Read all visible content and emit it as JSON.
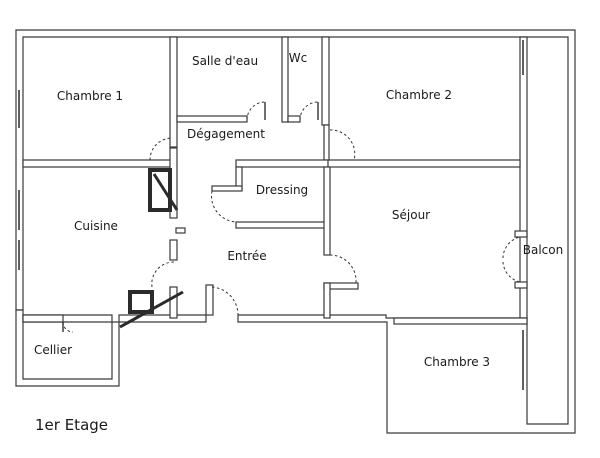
{
  "floor_label": "1er Etage",
  "rooms": {
    "chambre1": "Chambre 1",
    "salle_eau": "Salle d'eau",
    "wc": "Wc",
    "chambre2": "Chambre 2",
    "degagement": "Dégagement",
    "dressing": "Dressing",
    "cuisine": "Cuisine",
    "sejour": "Séjour",
    "balcon": "Balcon",
    "entree": "Entrée",
    "cellier": "Cellier",
    "chambre3": "Chambre 3"
  }
}
